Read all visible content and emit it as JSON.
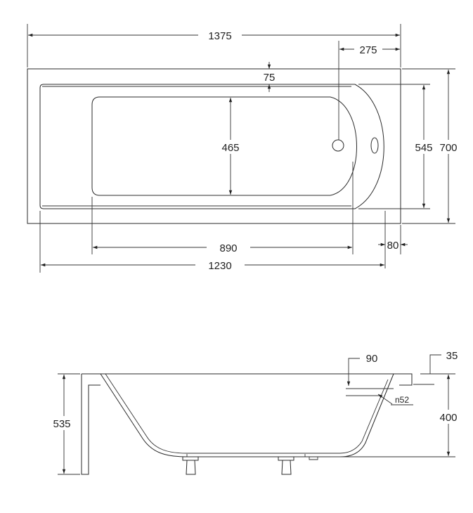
{
  "top_view": {
    "overall_length": "1375",
    "drain_offset": "275",
    "rim_depth": "75",
    "basin_width": "465",
    "inner_width": "545",
    "overall_width": "700",
    "basin_length": "890",
    "end_offset": "80",
    "inner_length": "1230"
  },
  "side_view": {
    "overall_height": "535",
    "overflow_offset": "90",
    "rim_thickness": "35",
    "overflow_hole": "n52",
    "tub_depth": "400"
  }
}
